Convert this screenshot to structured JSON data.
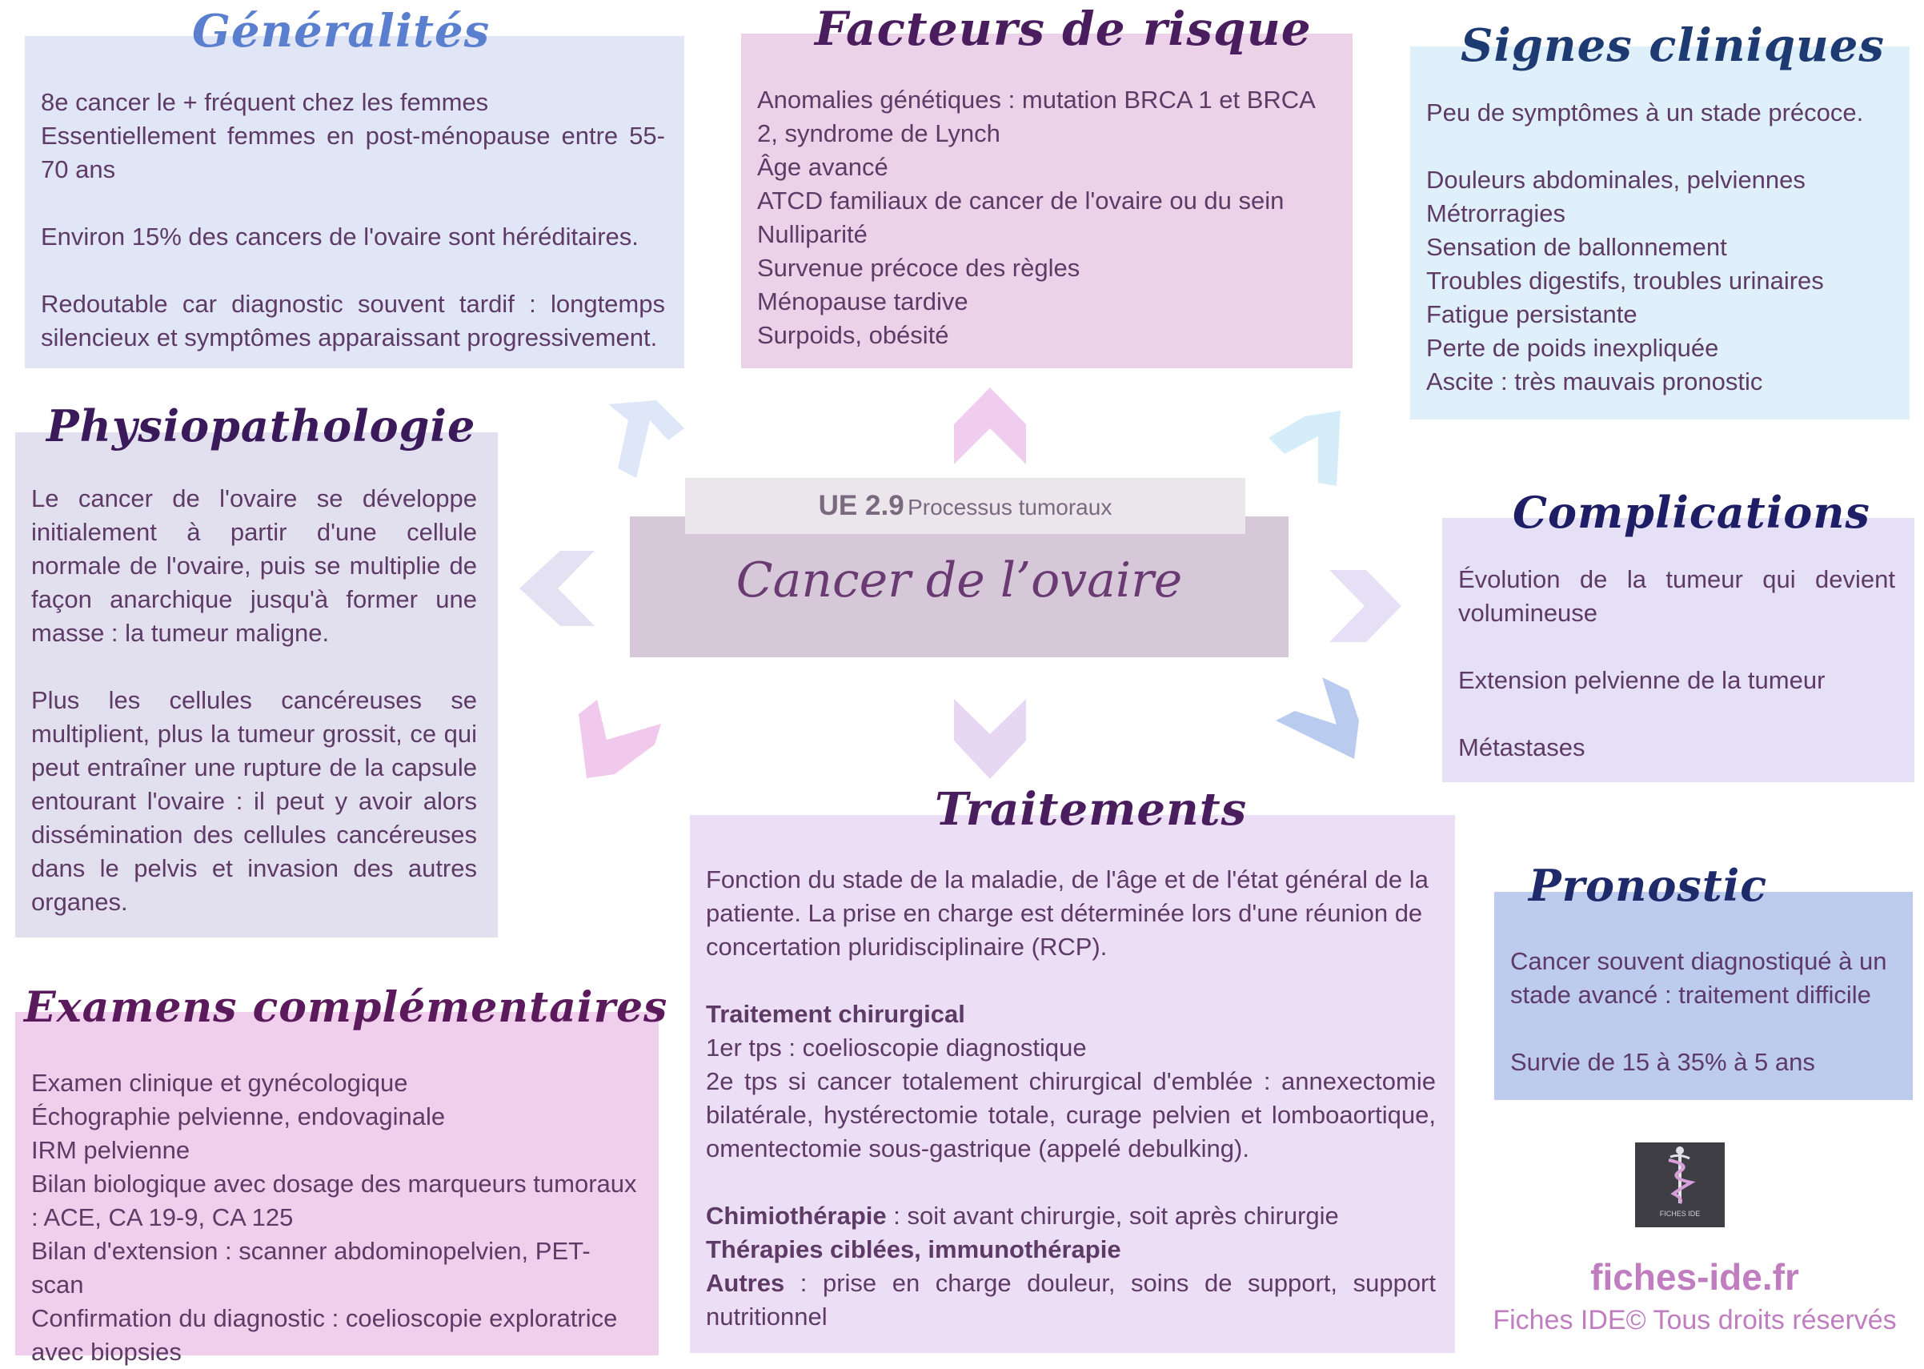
{
  "center": {
    "ue_code": "UE 2.9",
    "ue_label": "Processus tumoraux",
    "title": "Cancer de l’ovaire"
  },
  "generalites": {
    "title": "Généralités",
    "lines": [
      "8e cancer le + fréquent chez les femmes",
      "Essentiellement femmes en post-ménopause entre 55-70 ans",
      "Environ 15% des cancers de l'ovaire sont héréditaires.",
      "Redoutable car diagnostic souvent tardif : longtemps silencieux et symptômes apparaissant progressivement."
    ]
  },
  "facteurs": {
    "title": "Facteurs de risque",
    "lines": [
      "Anomalies génétiques : mutation BRCA 1 et BRCA 2, syndrome de Lynch",
      "Âge avancé",
      "ATCD familiaux de cancer de l'ovaire ou du sein",
      "Nulliparité",
      "Survenue précoce des règles",
      "Ménopause tardive",
      "Surpoids, obésité"
    ]
  },
  "signes": {
    "title": "Signes cliniques",
    "lines": [
      "Peu de symptômes à un stade précoce.",
      "Douleurs abdominales, pelviennes",
      "Métrorragies",
      "Sensation de ballonnement",
      "Troubles digestifs, troubles urinaires",
      "Fatigue persistante",
      "Perte de poids inexpliquée",
      "Ascite : très mauvais pronostic"
    ]
  },
  "physio": {
    "title": "Physiopathologie",
    "lines": [
      "Le cancer de l'ovaire se développe initialement à partir d'une cellule normale de l'ovaire, puis se multiplie de façon anarchique jusqu'à former une masse : la tumeur maligne.",
      "Plus les cellules cancéreuses se multiplient, plus la tumeur grossit, ce qui peut entraîner une rupture de la capsule entourant l'ovaire : il peut y avoir alors dissémination des cellules cancéreuses dans le pelvis et invasion des autres organes."
    ]
  },
  "complications": {
    "title": "Complications",
    "lines": [
      "Évolution de la tumeur qui devient volumineuse",
      "Extension pelvienne de la tumeur",
      "Métastases"
    ]
  },
  "traitements": {
    "title": "Traitements",
    "intro": "Fonction du stade de la maladie, de l'âge et de l'état général de la patiente. La prise en charge est déterminée lors d'une réunion de concertation pluridisciplinaire (RCP).",
    "chir_title": "Traitement chirurgical",
    "chir_1": "1er tps : coelioscopie diagnostique",
    "chir_2": "2e tps si cancer totalement chirurgical d'emblée : annexectomie bilatérale, hystérectomie totale, curage pelvien et lomboaortique, omentectomie sous-gastrique (appelé debulking).",
    "chimio_label": "Chimiothérapie",
    "chimio_text": " : soit avant chirurgie, soit après chirurgie",
    "therapies_label": "Thérapies ciblées, immunothérapie",
    "autres_label": "Autres",
    "autres_text": " : prise en charge douleur, soins de support, support nutritionnel"
  },
  "pronostic": {
    "title": "Pronostic",
    "lines": [
      "Cancer souvent diagnostiqué à un stade avancé : traitement difficile",
      "Survie de 15 à 35% à 5 ans"
    ]
  },
  "examens": {
    "title": "Examens complémentaires",
    "lines": [
      "Examen clinique et gynécologique",
      "Échographie pelvienne, endovaginale",
      "IRM pelvienne",
      "Bilan biologique avec dosage des marqueurs tumoraux : ACE, CA 19-9, CA 125",
      "Bilan d'extension : scanner abdominopelvien, PET-scan",
      "Confirmation du diagnostic : coelioscopie exploratrice avec biopsies"
    ]
  },
  "footer": {
    "logo_text": "FICHES IDE",
    "site": "fiches-ide.fr",
    "copyright": "Fiches IDE© Tous droits réservés"
  },
  "colors": {
    "title_blue": "#5b7fcf",
    "title_purple": "#4a1e5e",
    "title_navy": "#1e2a6a",
    "title_magenta": "#5a1a5c",
    "brand_pink": "#c07ec0"
  }
}
